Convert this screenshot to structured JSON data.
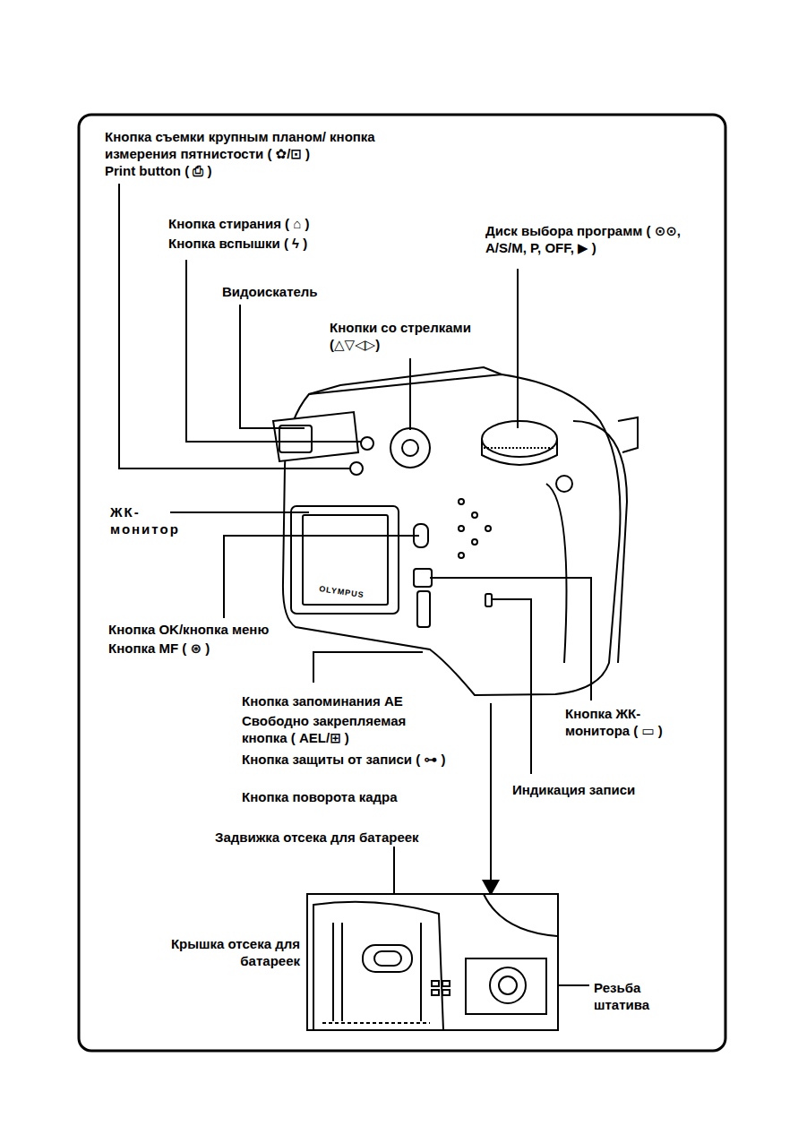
{
  "diagram": {
    "labels": [
      "Кнопка съемки крупным планом/ кнопка измерения пятнистости ( ✿/⊡ )",
      "Print button ( ⎙ )",
      "Кнопка стирания ( ⌂ )",
      "Кнопка вспышки ( ϟ )",
      "Диск выбора программ ( ⊙⊙, A/S/M, P, OFF, ▶ )",
      "Видоискатель",
      "Кнопки со стрелками (△▽◁▷)",
      "ЖК- монитор",
      "Кнопка OK/кнопка меню",
      "Кнопка MF ( ⊛ )",
      "Кнопка запоминания AE",
      "Свободно закрепляемая кнопка ( AEL/⊞ )",
      "Кнопка защиты от записи ( ⊶ )",
      "Кнопка поворота кадра",
      "Кнопка ЖК- монитора ( ▭ )",
      "Индикация записи",
      "Задвижка отсека для батареек",
      "Крышка отсека для батареек",
      "Резьба штатива",
      "OLYMPUS"
    ]
  }
}
